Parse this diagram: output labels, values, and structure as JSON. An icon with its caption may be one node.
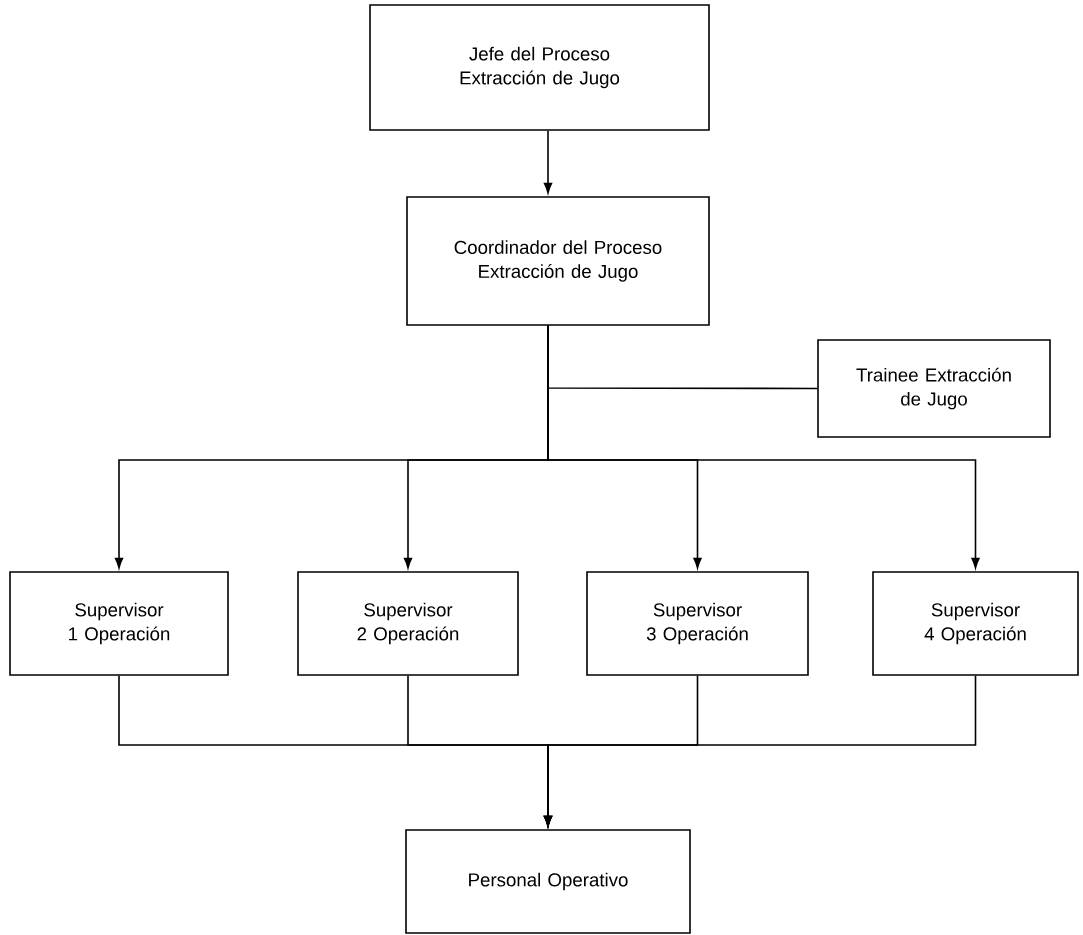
{
  "diagram": {
    "nodes": [
      {
        "text": [
          "Jefe del Proceso Extracción de Jugo"
        ]
      },
      {
        "text": [
          "Coordinador del Proceso Extracción de Jugo"
        ]
      },
      {
        "text": [
          "Trainee Extracción de Jugo"
        ]
      },
      {
        "text": [
          "Supervisor 1 Operación"
        ]
      },
      {
        "text": [
          "Supervisor 2 Operación"
        ]
      },
      {
        "text": [
          "Supervisor 3 Operación"
        ]
      },
      {
        "text": [
          "Supervisor 4 Operación"
        ]
      },
      {
        "text": [
          "Personal Operativo"
        ]
      }
    ],
    "edges": [
      {
        "from": 0,
        "to": 1,
        "arrow": "to"
      },
      {
        "from": 1,
        "to": 2,
        "arrow": "none"
      },
      {
        "from": 1,
        "to": 3,
        "arrow": "to"
      },
      {
        "from": 1,
        "to": 4,
        "arrow": "to"
      },
      {
        "from": 1,
        "to": 5,
        "arrow": "to"
      },
      {
        "from": 1,
        "to": 6,
        "arrow": "to"
      },
      {
        "from": 3,
        "to": 7,
        "arrow": "to"
      },
      {
        "from": 4,
        "to": 7,
        "arrow": "to"
      },
      {
        "from": 5,
        "to": 7,
        "arrow": "to"
      },
      {
        "from": 6,
        "to": 7,
        "arrow": "to"
      }
    ]
  }
}
